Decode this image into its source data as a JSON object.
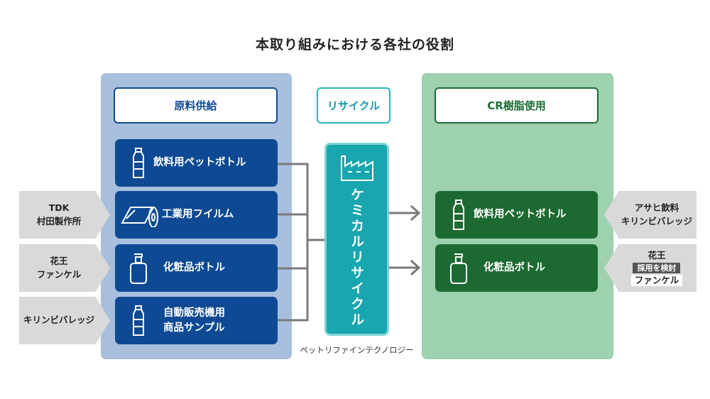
{
  "title": "本取り組みにおける各社の役割",
  "headers": {
    "supply": "原料供給",
    "recycle": "リサイクル",
    "use": "CR樹脂使用"
  },
  "supply_items": [
    {
      "label": "飲料用ペットボトル",
      "icon": "pet-bottle-icon"
    },
    {
      "label": "工業用フイルム",
      "icon": "film-roll-icon"
    },
    {
      "label": "化粧品ボトル",
      "icon": "pump-bottle-icon"
    },
    {
      "label_line1": "自動販売機用",
      "label_line2": "商品サンプル",
      "icon": "pet-bottle-icon"
    }
  ],
  "recycle_box": {
    "label": "ケミカルリサイクル",
    "icon": "factory-icon",
    "company": "ペットリファインテクノロジー"
  },
  "use_items": [
    {
      "label": "飲料用ペットボトル",
      "icon": "pet-bottle-icon"
    },
    {
      "label": "化粧品ボトル",
      "icon": "pump-bottle-icon"
    }
  ],
  "left_companies": [
    {
      "line1": "TDK",
      "line2": "村田製作所"
    },
    {
      "line1": "花王",
      "line2": "ファンケル"
    },
    {
      "line1": "キリンビバレッジ"
    }
  ],
  "right_companies": [
    {
      "line1": "アサヒ飲料",
      "line2": "キリンビバレッジ"
    },
    {
      "line1": "花王",
      "badge": "採用を検討",
      "line3": "ファンケル"
    }
  ],
  "colors": {
    "supply_dark": "#0e4a93",
    "supply_panel": "#a7bfdd",
    "recycle": "#18a6af",
    "use_dark": "#1c6a31",
    "use_panel": "#9ed1ae",
    "company_gray": "#d9d9d9"
  }
}
